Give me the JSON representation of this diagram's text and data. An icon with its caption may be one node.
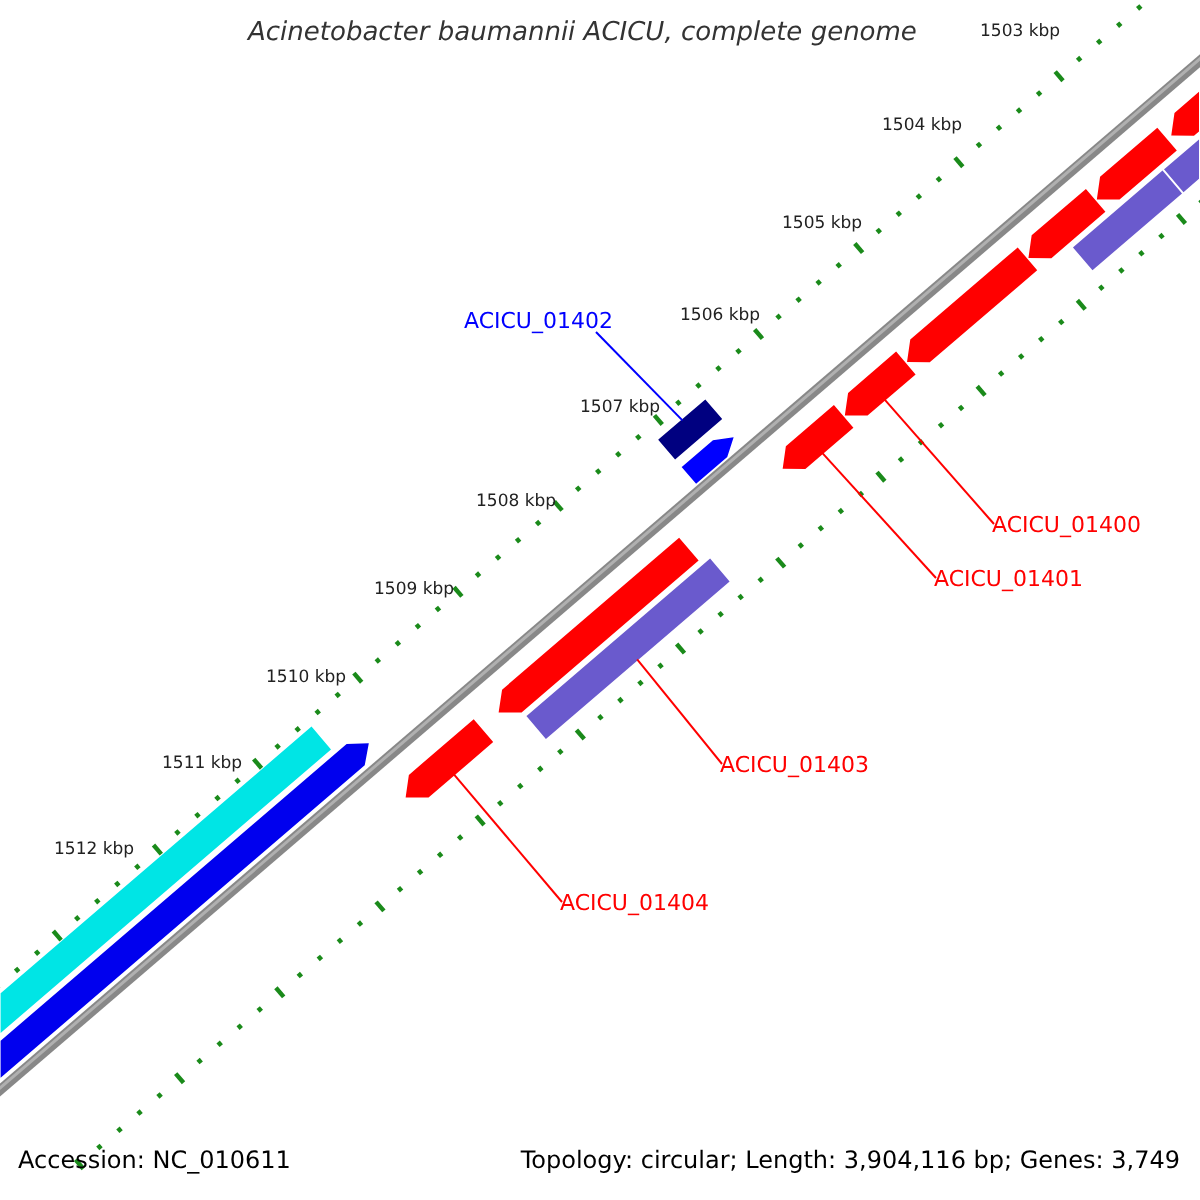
{
  "diagram": {
    "title": "Acinetobacter baumannii ACICU, complete genome",
    "nodes": [
      {
        "text": [
          "ACICU_01402"
        ]
      },
      {
        "text": [],
        "shape": "bar"
      },
      {
        "text": [
          "ACICU_01400"
        ]
      },
      {
        "text": [],
        "shape": "arrow"
      },
      {
        "text": [
          "ACICU_01401"
        ]
      },
      {
        "text": [],
        "shape": "arrow"
      },
      {
        "text": [
          "ACICU_01403"
        ]
      },
      {
        "text": [],
        "shape": "bar"
      },
      {
        "text": [
          "ACICU_01404"
        ]
      },
      {
        "text": [],
        "shape": "arrow"
      },
      {
        "text": [],
        "shape": "bar"
      },
      {
        "text": [],
        "shape": "arrow"
      },
      {
        "text": [],
        "shape": "arrow"
      },
      {
        "text": [],
        "shape": "arrow"
      },
      {
        "text": [],
        "shape": "arrow"
      },
      {
        "text": [],
        "shape": "arrow"
      },
      {
        "text": [],
        "shape": "bar"
      },
      {
        "text": [],
        "shape": "arrow"
      },
      {
        "text": [],
        "shape": "bar"
      },
      {
        "text": [],
        "shape": "arrow"
      }
    ],
    "edges": [
      {
        "from": 0,
        "to": 1,
        "arrow": "none",
        "color": "#0000ff"
      },
      {
        "from": 2,
        "to": 3,
        "arrow": "none"
      },
      {
        "from": 4,
        "to": 5,
        "arrow": "none"
      },
      {
        "from": 6,
        "to": 7,
        "arrow": "none"
      },
      {
        "from": 8,
        "to": 9,
        "arrow": "none"
      }
    ],
    "labels": [
      "1503 kbp",
      "1504 kbp",
      "1505 kbp",
      "1506 kbp",
      "1507 kbp",
      "1508 kbp",
      "1509 kbp",
      "1510 kbp",
      "1511 kbp",
      "1512 kbp",
      "Accession: NC_010611",
      "Topology: circular; Length: 3,904,116 bp; Genes: 3,749"
    ]
  }
}
